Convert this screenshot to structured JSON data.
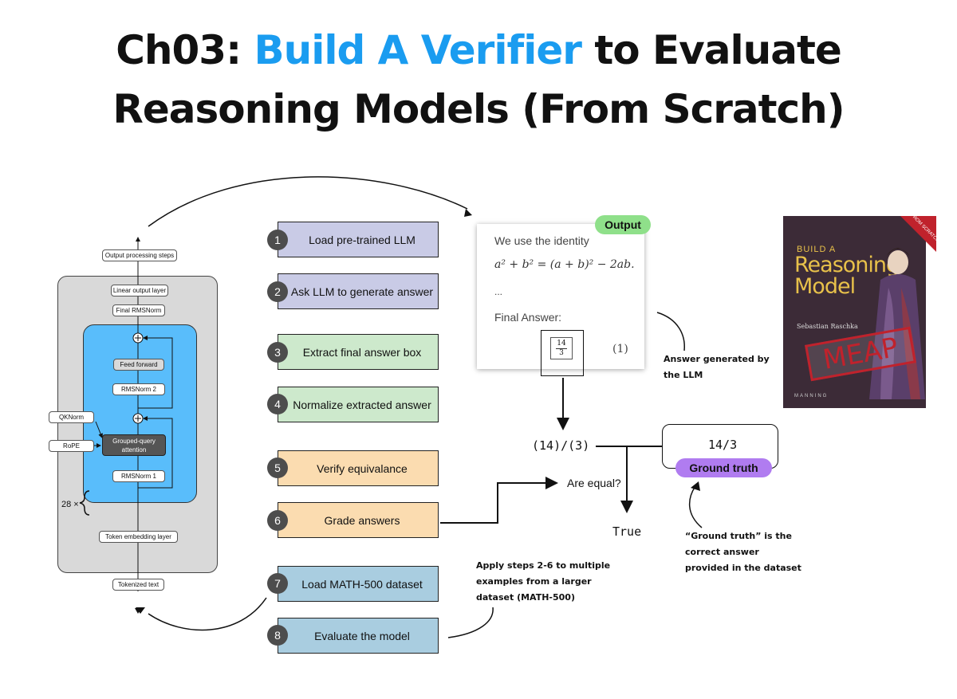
{
  "title": {
    "prefix": "Ch03: ",
    "accent": "Build A Verifier",
    "suffix": " to Evaluate",
    "line2": "Reasoning Models (From Scratch)"
  },
  "architecture": {
    "output_processing": "Output processing steps",
    "linear_output": "Linear output layer",
    "final_rmsnorm": "Final RMSNorm",
    "feed_forward": "Feed forward",
    "rmsnorm2": "RMSNorm 2",
    "qknorm": "QKNorm",
    "rope": "RoPE",
    "gqa_line1": "Grouped-query",
    "gqa_line2": "attention",
    "rmsnorm1": "RMSNorm 1",
    "repeat": "28 ×",
    "token_embedding": "Token embedding layer",
    "tokenized_text": "Tokenized text"
  },
  "steps": [
    {
      "num": "1",
      "label": "Load pre-trained LLM"
    },
    {
      "num": "2",
      "label": "Ask LLM to generate answer"
    },
    {
      "num": "3",
      "label": "Extract final answer box"
    },
    {
      "num": "4",
      "label": "Normalize extracted answer"
    },
    {
      "num": "5",
      "label": "Verify equivalance"
    },
    {
      "num": "6",
      "label": "Grade answers"
    },
    {
      "num": "7",
      "label": "Load MATH-500 dataset"
    },
    {
      "num": "8",
      "label": "Evaluate the model"
    }
  ],
  "output_card": {
    "badge": "Output",
    "line1": "We use the identity",
    "equation": "a² + b² = (a + b)² − 2ab.",
    "ellipsis": "...",
    "final_answer": "Final Answer:",
    "frac_num": "14",
    "frac_den": "3",
    "eq_number": "(1)"
  },
  "verify": {
    "extracted": "(14)/(3)",
    "ground_value": "14/3",
    "ground_label": "Ground truth",
    "are_equal": "Are equal?",
    "result": "True"
  },
  "notes": {
    "answer_generated_1": "Answer generated by",
    "answer_generated_2": "the LLM",
    "ground_truth_1": "“Ground truth” is the",
    "ground_truth_2": "correct answer",
    "ground_truth_3": "provided in the dataset",
    "apply_1": "Apply steps 2-6 to multiple",
    "apply_2": "examples from a larger",
    "apply_3": "dataset (MATH-500)"
  },
  "book": {
    "build_a": "BUILD A",
    "reasoning": "Reasoning",
    "model": "Model",
    "author": "Sebastian Raschka",
    "meap": "MEAP",
    "from_scratch": "FROM SCRATCH",
    "publisher": "MANNING"
  },
  "colors": {
    "accent": "#1a9cf0",
    "step_purple": "#c9cbe6",
    "step_green": "#cde9cc",
    "step_orange": "#fbdcb0",
    "step_blue": "#a9cde0",
    "output_badge": "#8fe08a",
    "ground_badge": "#b07cf0",
    "arch_gray": "#d9d9d9",
    "arch_blue": "#59bdfb",
    "book_bg": "#3c2b37",
    "book_text": "#e8c14a",
    "meap_red": "#c0222c"
  }
}
